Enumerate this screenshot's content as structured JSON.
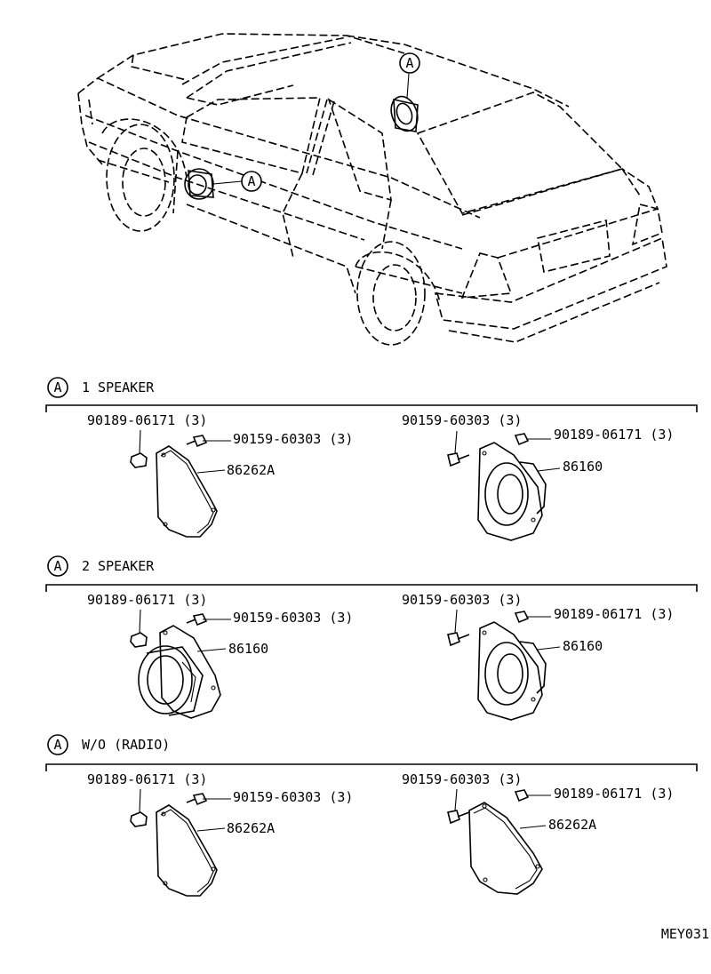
{
  "car": {
    "callout_letter": "A"
  },
  "sections": [
    {
      "letter": "A",
      "title": "1  SPEAKER",
      "left": {
        "nut": "90189-06171 (3)",
        "screw": "90159-60303 (3)",
        "part": "86262A"
      },
      "right": {
        "screw": "90159-60303 (3)",
        "nut": "90189-06171 (3)",
        "part": "86160"
      }
    },
    {
      "letter": "A",
      "title": "2  SPEAKER",
      "left": {
        "nut": "90189-06171 (3)",
        "screw": "90159-60303 (3)",
        "part": "86160"
      },
      "right": {
        "screw": "90159-60303 (3)",
        "nut": "90189-06171 (3)",
        "part": "86160"
      }
    },
    {
      "letter": "A",
      "title": "W/O (RADIO)",
      "left": {
        "nut": "90189-06171 (3)",
        "screw": "90159-60303 (3)",
        "part": "86262A"
      },
      "right": {
        "screw": "90159-60303 (3)",
        "nut": "90189-06171 (3)",
        "part": "86262A"
      }
    }
  ],
  "figure_code": "MEY031"
}
